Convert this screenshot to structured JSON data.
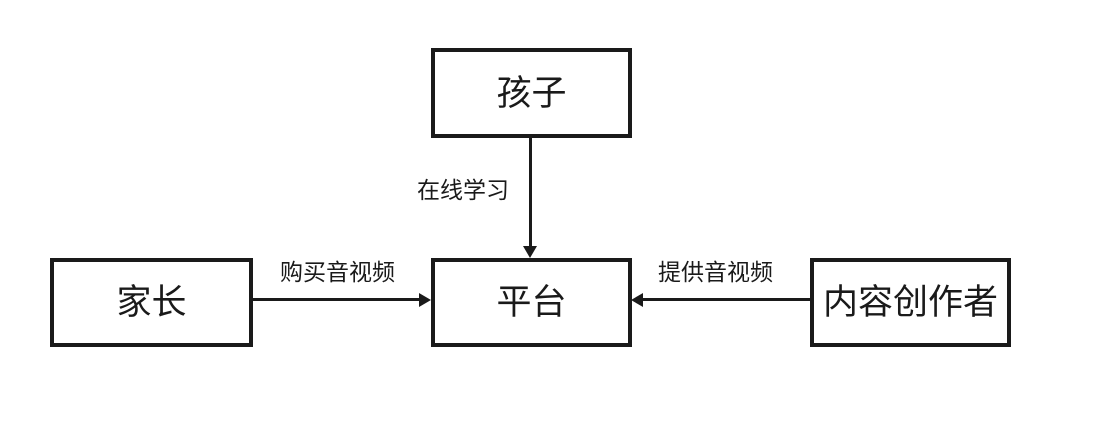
{
  "diagram": {
    "background_color": "#ffffff",
    "line_color": "#1a1a1a",
    "text_color": "#1a1a1a",
    "nodes": [
      {
        "id": "child",
        "label": "孩子"
      },
      {
        "id": "platform",
        "label": "平台"
      },
      {
        "id": "parent",
        "label": "家长"
      },
      {
        "id": "creator",
        "label": "内容创作者"
      }
    ],
    "edges": [
      {
        "id": "child-to-platform",
        "label": "在线学习",
        "from": "child",
        "to": "platform",
        "arrow_direction": "down"
      },
      {
        "id": "parent-to-platform",
        "label": "购买音视频",
        "from": "parent",
        "to": "platform",
        "arrow_direction": "right"
      },
      {
        "id": "creator-to-platform",
        "label": "提供音视频",
        "from": "creator",
        "to": "platform",
        "arrow_direction": "left"
      }
    ]
  }
}
